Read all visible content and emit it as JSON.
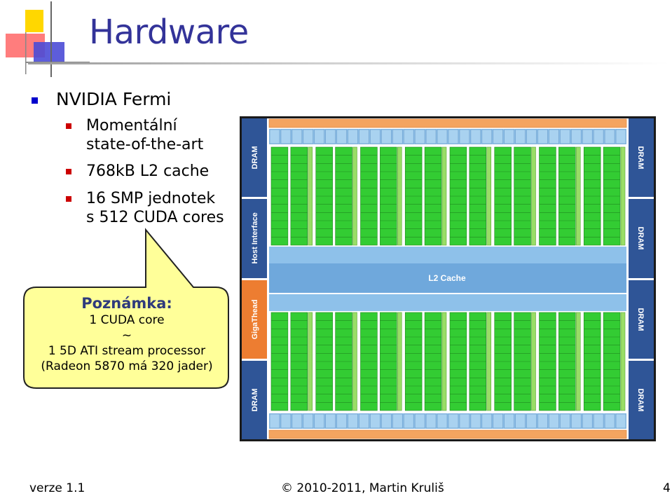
{
  "slide": {
    "title": "Hardware",
    "bullets": [
      {
        "text": "NVIDIA Fermi",
        "children": [
          {
            "lines": [
              "Momentální",
              "state-of-the-art"
            ]
          },
          {
            "lines": [
              "768kB L2 cache"
            ]
          },
          {
            "lines": [
              "16 SMP jednotek",
              "s 512 CUDA cores"
            ]
          }
        ]
      }
    ]
  },
  "callout": {
    "title": "Poznámka:",
    "lines": [
      "1 CUDA core",
      "~",
      "1 5D ATI stream processor",
      "(Radeon 5870 má 320 jader)"
    ]
  },
  "die": {
    "labels": {
      "dram_left_top": "DRAM",
      "host_interface": "Host Interface",
      "gigathread": "GigaThead",
      "dram_left_bottom": "DRAM",
      "dram_right": [
        "DRAM",
        "DRAM",
        "DRAM",
        "DRAM"
      ],
      "l2_cache": "L2 Cache"
    },
    "sm_per_half": 8
  },
  "footer": {
    "version": "verze 1.1",
    "copyright": "© 2010-2011, Martin Kruliš",
    "page": "4"
  },
  "colors": {
    "title": "#333399",
    "bullet_level1": "#0000cc",
    "bullet_level2": "#cc0000",
    "die_border": "#1a1a1a",
    "dram": "#2f5597",
    "gigathread": "#ed7d31",
    "l2": "#6fa8dc",
    "core_green": "#33cc33",
    "orange_strip": "#f4a460",
    "callout_fill": "#ffff99"
  }
}
